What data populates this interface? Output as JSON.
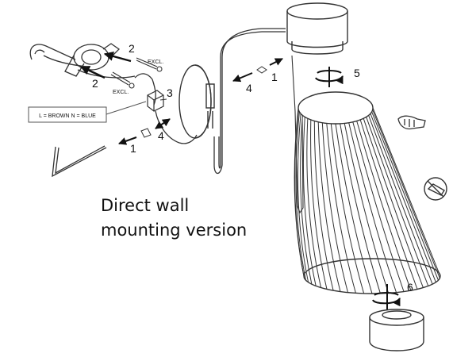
{
  "caption": {
    "line1": "Direct wall",
    "line2": "mounting version"
  },
  "wiring_label": "L = BROWN N = BLUE",
  "excl_labels": [
    "EXCL.",
    "EXCL."
  ],
  "step_labels": {
    "bracket_top": "2",
    "bracket_bottom": "2",
    "junction": "3",
    "screw_left": "1",
    "screw_left_arrow": "4",
    "screw_right": "1",
    "screw_right_arrow": "4",
    "rotate_top": "5",
    "rotate_bottom": "6"
  },
  "colors": {
    "line": "#333333",
    "text": "#111111",
    "label_box": "#555555"
  },
  "icons": [
    "hex-key-icon",
    "screwdriver-icon",
    "hand-push-icon",
    "no-tool-icon",
    "rotate-arrow-icon"
  ]
}
